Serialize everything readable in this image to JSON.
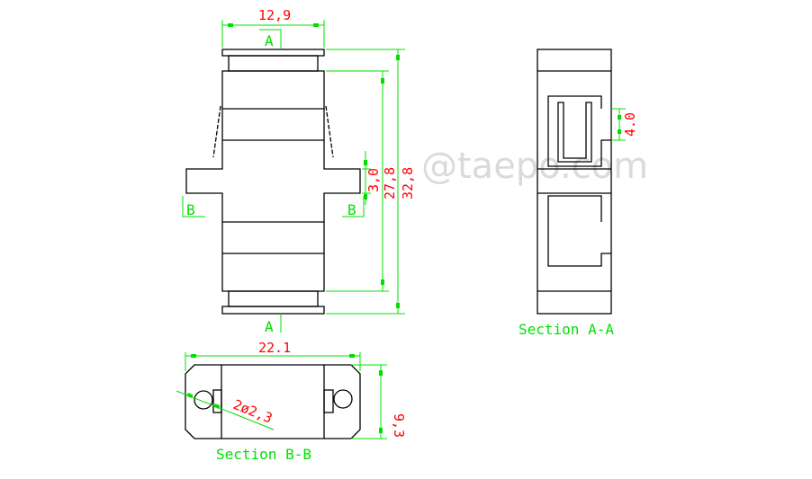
{
  "watermark": "@taepo.com",
  "front_view": {
    "width_dim": "12,9",
    "height_total_dim": "32,8",
    "height_body_dim": "27,8",
    "flange_dim": "3,0",
    "section_a_label": "A",
    "section_b_label": "B"
  },
  "section_aa": {
    "title": "Section A-A",
    "slot_dim": "4.0"
  },
  "section_bb": {
    "title": "Section B-B",
    "width_dim": "22.1",
    "height_dim": "9,3",
    "hole_dim": "2ø2,3"
  },
  "colors": {
    "outline": "#000000",
    "dimension": "#00e000",
    "dimension_text": "#ff0000"
  }
}
